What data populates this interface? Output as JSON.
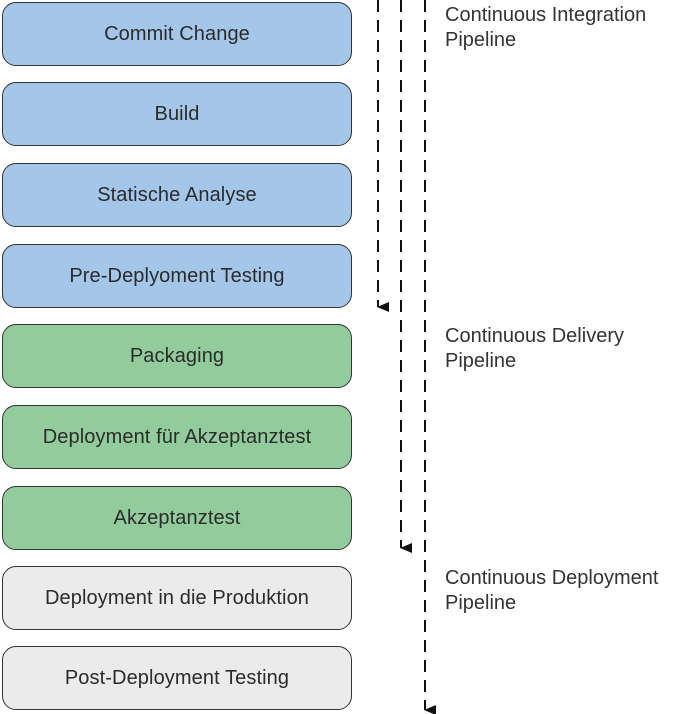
{
  "stages": [
    {
      "label": "Commit Change",
      "phase": "ci"
    },
    {
      "label": "Build",
      "phase": "ci"
    },
    {
      "label": "Statische Analyse",
      "phase": "ci"
    },
    {
      "label": "Pre-Deplyoment Testing",
      "phase": "ci"
    },
    {
      "label": "Packaging",
      "phase": "cd"
    },
    {
      "label": "Deployment für Akzeptanztest",
      "phase": "cd"
    },
    {
      "label": "Akzeptanztest",
      "phase": "cd"
    },
    {
      "label": "Deployment in die Produktion",
      "phase": "cdep"
    },
    {
      "label": "Post-Deployment Testing",
      "phase": "cdep"
    }
  ],
  "pipelines": [
    {
      "line1": "Continuous Integration",
      "line2": "Pipeline"
    },
    {
      "line1": "Continuous Delivery",
      "line2": "Pipeline"
    },
    {
      "line1": "Continuous Deployment",
      "line2": "Pipeline"
    }
  ],
  "colors": {
    "ci": "#a4c6e9",
    "cd": "#92cc9c",
    "cdep": "#ebebeb",
    "border": "#333333",
    "arrow": "#111111"
  }
}
